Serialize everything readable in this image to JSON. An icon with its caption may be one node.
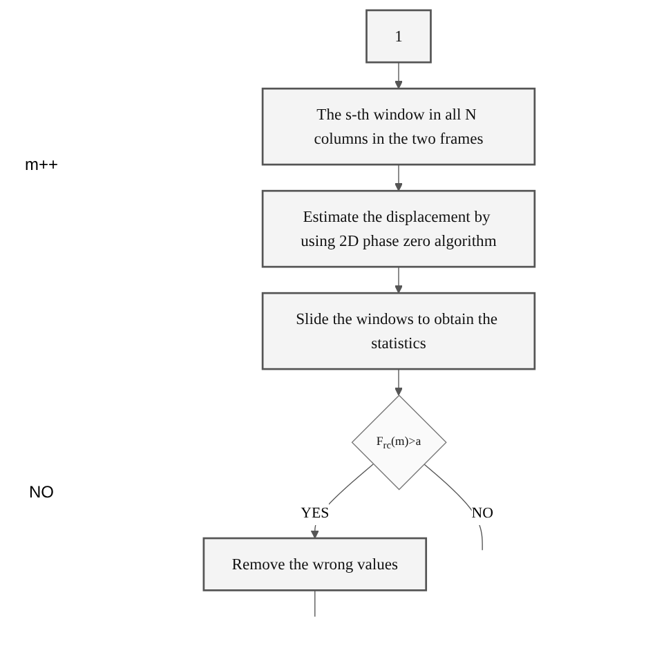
{
  "diagram": {
    "nodes": [
      {
        "text": [
          "1"
        ]
      },
      {
        "text": [
          "The s-th window in all N columns in the two frames"
        ]
      },
      {
        "text": [
          "Estimate the displacement by using 2D phase zero algorithm"
        ]
      },
      {
        "text": [
          "Slide the windows to obtain the statistics"
        ]
      },
      {
        "text": [
          "F$_{rc}$(m)>a"
        ]
      },
      {
        "text": [
          "Remove the wrong values"
        ]
      }
    ],
    "edges": [
      {
        "from": 0,
        "to": 1,
        "arrow": "to"
      },
      {
        "from": 1,
        "to": 2,
        "arrow": "to"
      },
      {
        "from": 2,
        "to": 3,
        "arrow": "to"
      },
      {
        "from": 3,
        "to": 4,
        "arrow": "to"
      },
      {
        "from": 4,
        "to": 5,
        "arrow": "to",
        "label": "YES"
      },
      {
        "from": 4,
        "to": null,
        "arrow": "none",
        "label": "NO"
      },
      {
        "from": 5,
        "to": null,
        "arrow": "none"
      }
    ],
    "labels": [
      "m++",
      "NO"
    ]
  }
}
